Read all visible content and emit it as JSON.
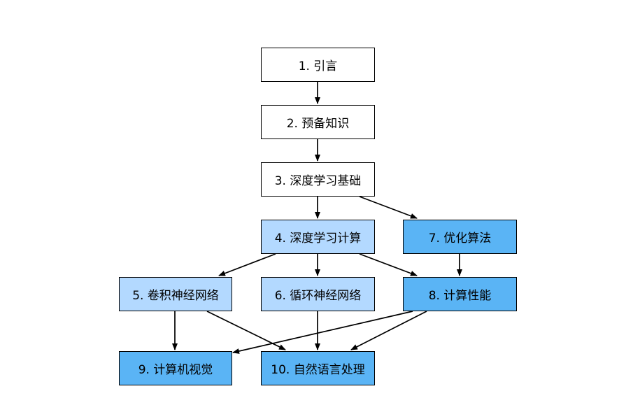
{
  "colors": {
    "white": "#ffffff",
    "light_blue": "#b3d9ff",
    "blue": "#5ab4f5",
    "border": "#000000",
    "edge": "#000000"
  },
  "nodes": [
    {
      "id": "n1",
      "label": "1. 引言",
      "fill": "white"
    },
    {
      "id": "n2",
      "label": "2. 预备知识",
      "fill": "white"
    },
    {
      "id": "n3",
      "label": "3. 深度学习基础",
      "fill": "white"
    },
    {
      "id": "n4",
      "label": "4. 深度学习计算",
      "fill": "light_blue"
    },
    {
      "id": "n7",
      "label": "7. 优化算法",
      "fill": "blue"
    },
    {
      "id": "n5",
      "label": "5. 卷积神经网络",
      "fill": "light_blue"
    },
    {
      "id": "n6",
      "label": "6. 循环神经网络",
      "fill": "light_blue"
    },
    {
      "id": "n8",
      "label": "8. 计算性能",
      "fill": "blue"
    },
    {
      "id": "n9",
      "label": "9. 计算机视觉",
      "fill": "blue"
    },
    {
      "id": "n10",
      "label": "10. 自然语言处理",
      "fill": "blue"
    }
  ],
  "edges": [
    [
      "n1",
      "n2"
    ],
    [
      "n2",
      "n3"
    ],
    [
      "n3",
      "n4"
    ],
    [
      "n3",
      "n7"
    ],
    [
      "n4",
      "n5"
    ],
    [
      "n4",
      "n6"
    ],
    [
      "n4",
      "n8"
    ],
    [
      "n7",
      "n8"
    ],
    [
      "n5",
      "n9"
    ],
    [
      "n5",
      "n10"
    ],
    [
      "n6",
      "n10"
    ],
    [
      "n8",
      "n9"
    ],
    [
      "n8",
      "n10"
    ]
  ]
}
